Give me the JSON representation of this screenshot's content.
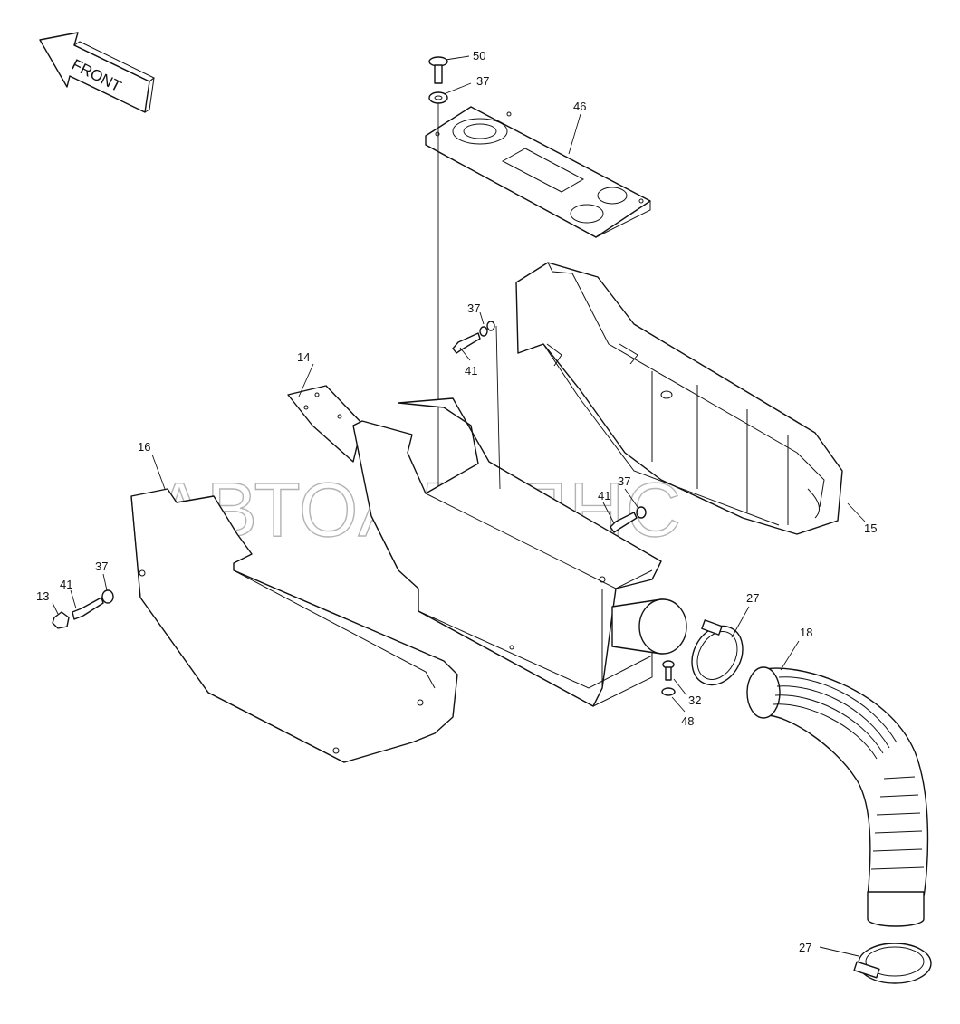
{
  "direction_label": "FRONT",
  "watermark_text": "АВТОАЛЬЯНС",
  "colors": {
    "line": "#111111",
    "background": "#ffffff",
    "watermark": "#9a9a9a"
  },
  "callouts": [
    {
      "id": "c50",
      "label": "50"
    },
    {
      "id": "c37a",
      "label": "37"
    },
    {
      "id": "c46",
      "label": "46"
    },
    {
      "id": "c37b",
      "label": "37"
    },
    {
      "id": "c41a",
      "label": "41"
    },
    {
      "id": "c14",
      "label": "14"
    },
    {
      "id": "c16",
      "label": "16"
    },
    {
      "id": "c37c",
      "label": "37"
    },
    {
      "id": "c41b",
      "label": "41"
    },
    {
      "id": "c15",
      "label": "15"
    },
    {
      "id": "c13",
      "label": "13"
    },
    {
      "id": "c41c",
      "label": "41"
    },
    {
      "id": "c37d",
      "label": "37"
    },
    {
      "id": "c27a",
      "label": "27"
    },
    {
      "id": "c18",
      "label": "18"
    },
    {
      "id": "c32",
      "label": "32"
    },
    {
      "id": "c48",
      "label": "48"
    },
    {
      "id": "c27b",
      "label": "27"
    }
  ]
}
